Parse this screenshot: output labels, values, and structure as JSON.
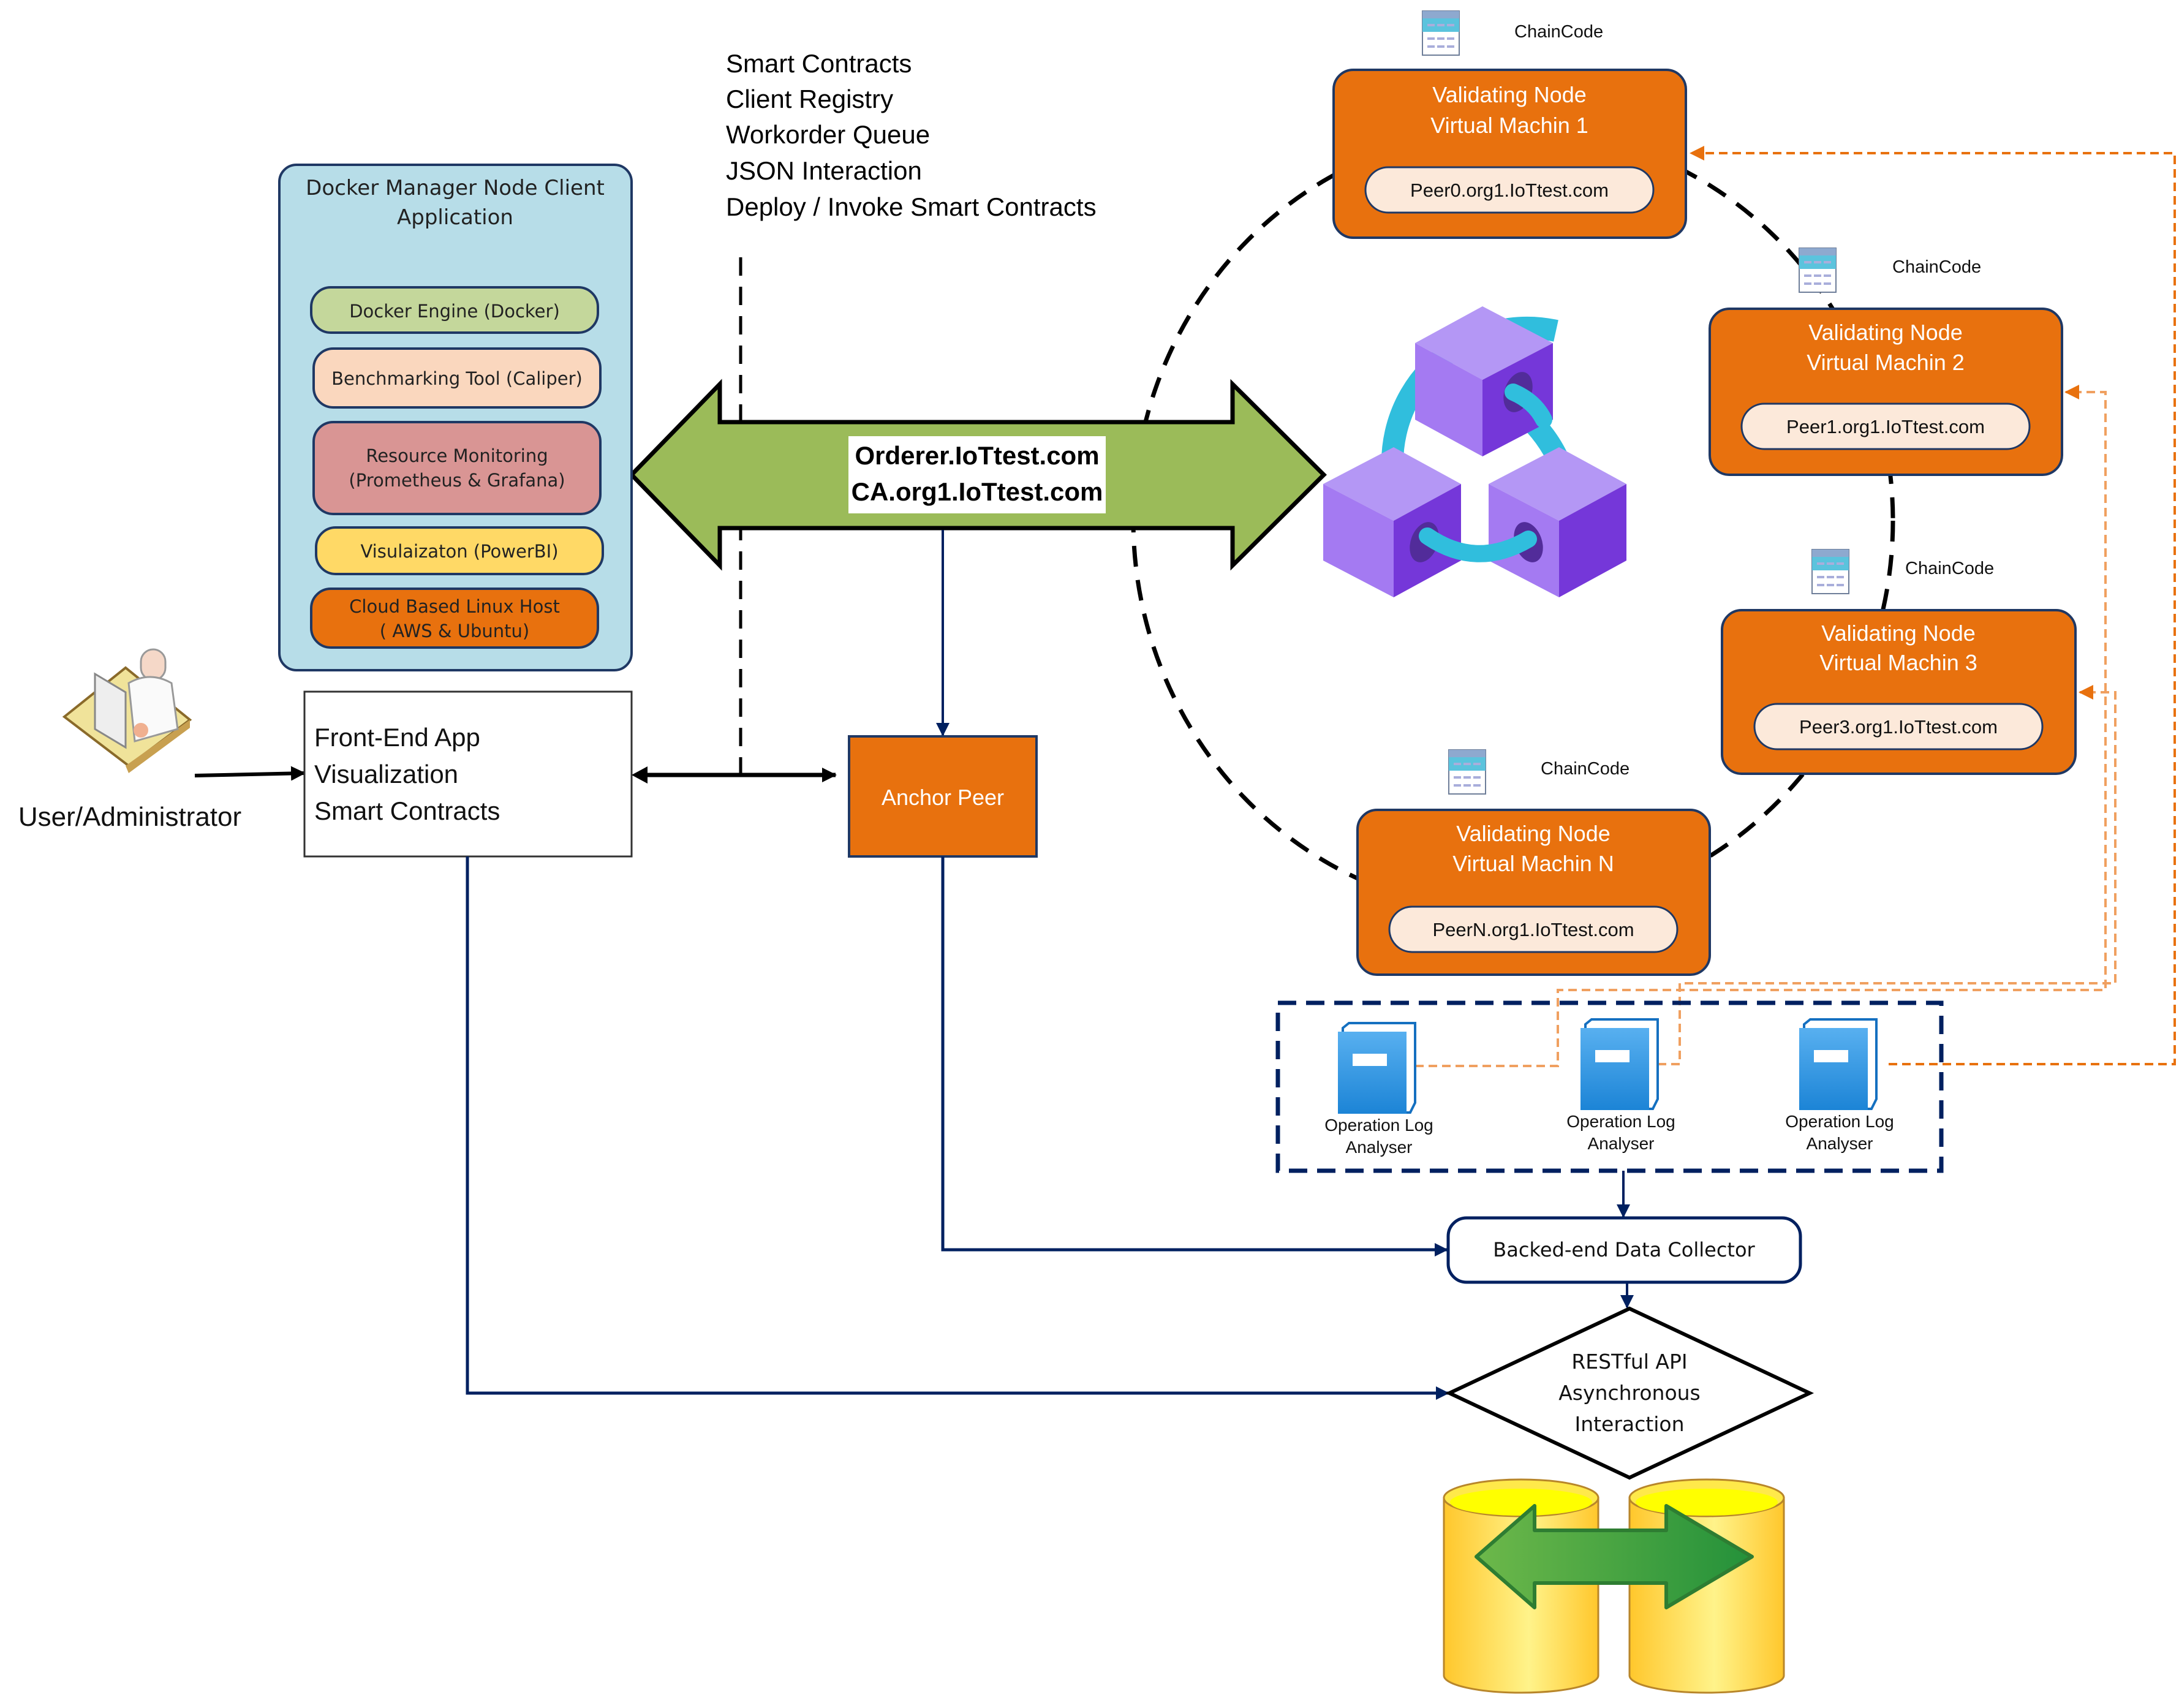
{
  "colors": {
    "orange": "#E8710E",
    "node_border": "#1F3864",
    "peer_pill": "#FCE9DA",
    "docker_bg": "#B7DDE8",
    "green_arrow": "#9BBB59",
    "navy": "#002060",
    "cube_light": "#B497F5",
    "cube_mid": "#A47AF2",
    "cube_dark": "#7537D9",
    "ring": "#30BEDD",
    "book_blue": "#2E92E0",
    "db_yellow": "#FFD53A"
  },
  "docker_manager": {
    "title_line1": "Docker Manager Node Client",
    "title_line2": "Application",
    "layers": [
      {
        "line1": "Docker Engine (Docker)",
        "line2": "",
        "color": "#C4D79B"
      },
      {
        "line1": "Benchmarking Tool (Caliper)",
        "line2": "",
        "color": "#FAD7BE"
      },
      {
        "line1": "Resource  Monitoring",
        "line2": "(Prometheus & Grafana)",
        "color": "#D99594"
      },
      {
        "line1": "Visulaizaton (PowerBI)",
        "line2": "",
        "color": "#FFD966"
      },
      {
        "line1": "Cloud Based Linux Host",
        "line2": "( AWS & Ubuntu)",
        "color": "#E8710E"
      }
    ]
  },
  "smart_contract_list": [
    "Smart Contracts",
    "Client Registry",
    "Workorder Queue",
    "JSON Interaction",
    "Deploy / Invoke Smart Contracts"
  ],
  "orderer_arrow": {
    "line1": "Orderer.IoTtest.com",
    "line2": "CA.org1.IoTtest.com"
  },
  "user": {
    "label": "User/Administrator",
    "icon": "user-at-computer-icon"
  },
  "front_end": {
    "lines": [
      "Front-End App",
      "Visualization",
      "Smart Contracts"
    ]
  },
  "anchor_peer": {
    "label": "Anchor Peer"
  },
  "validating_nodes": [
    {
      "title": "Validating Node",
      "vm": "Virtual Machin 1",
      "peer": "Peer0.org1.IoTtest.com",
      "chaincode": "ChainCode"
    },
    {
      "title": "Validating Node",
      "vm": "Virtual Machin 2",
      "peer": "Peer1.org1.IoTtest.com",
      "chaincode": "ChainCode"
    },
    {
      "title": "Validating Node",
      "vm": "Virtual Machin 3",
      "peer": "Peer3.org1.IoTtest.com",
      "chaincode": "ChainCode"
    },
    {
      "title": "Validating Node",
      "vm": "Virtual Machin N",
      "peer": "PeerN.org1.IoTtest.com",
      "chaincode": "ChainCode"
    }
  ],
  "log_analysers": [
    {
      "line1": "Operation Log",
      "line2": "Analyser"
    },
    {
      "line1": "Operation Log",
      "line2": "Analyser"
    },
    {
      "line1": "Operation Log",
      "line2": "Analyser"
    }
  ],
  "data_collector": {
    "label": "Backed-end Data Collector"
  },
  "restful_api": {
    "lines": [
      "RESTful API",
      "Asynchronous",
      "Interaction"
    ]
  },
  "database_sync": {
    "icon": "database-sync-icon"
  },
  "blockchain": {
    "icon": "blockchain-cubes-icon"
  }
}
